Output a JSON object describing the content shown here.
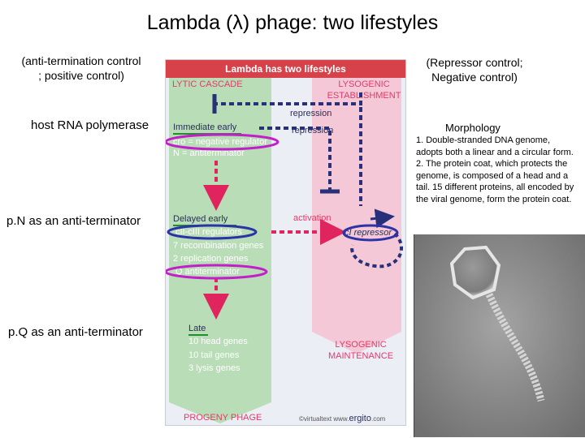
{
  "title": "Lambda (λ) phage: two lifestyles",
  "left_note": [
    "(anti-termination control",
    "; positive control)"
  ],
  "right_note": [
    "(Repressor control;",
    "Negative control)"
  ],
  "side_labels": {
    "rna_pol": "host RNA polymerase",
    "pn": "p.N as an anti-terminator",
    "pq": "p.Q as an anti-terminator"
  },
  "figure": {
    "header": "Lambda has two lifestyles",
    "lytic_cascade": "LYTIC CASCADE",
    "lysogenic_establishment": [
      "LYSOGENIC",
      "ESTABLISHMENT"
    ],
    "immediate_early": "Immediate early",
    "ie_genes": [
      "cro = negative regulator",
      "N = antiterminator"
    ],
    "repression_top": "repression",
    "repression_mid": "repression",
    "delayed_early": "Delayed early",
    "de_genes": [
      "cII-cIII regulators",
      "7 recombination genes",
      "2 replication genes",
      "Q antiterminator"
    ],
    "activation": "activation",
    "ci_repressor": "cI repressor",
    "late": "Late",
    "late_genes": [
      "10 head genes",
      "10 tail genes",
      "3 lysis genes"
    ],
    "lysogenic_maintenance": [
      "LYSOGENIC",
      "MAINTENANCE"
    ],
    "progeny_phage": "PROGENY PHAGE",
    "credit_prefix": "©virtualtext www.",
    "credit_brand": "ergito",
    "credit_suffix": ".com"
  },
  "morphology": {
    "title": "Morphology",
    "body": "1. Double-stranded DNA genome, adopts both a linear and a circular form. 2. The protein coat, which protects the genome, is composed of a head and a tail. 15 different proteins, all encoded by the viral genome, form the protein coat."
  },
  "colors": {
    "lytic_green": "#b9ddb7",
    "lysogenic_pink": "#f4c8d6",
    "header_red": "#d7424a",
    "arrow_red": "#e0245e",
    "arrow_navy": "#28307a",
    "highlight_magenta": "#c21ec9",
    "highlight_blue": "#2b33a6",
    "underline_green": "#1f8f2e"
  }
}
